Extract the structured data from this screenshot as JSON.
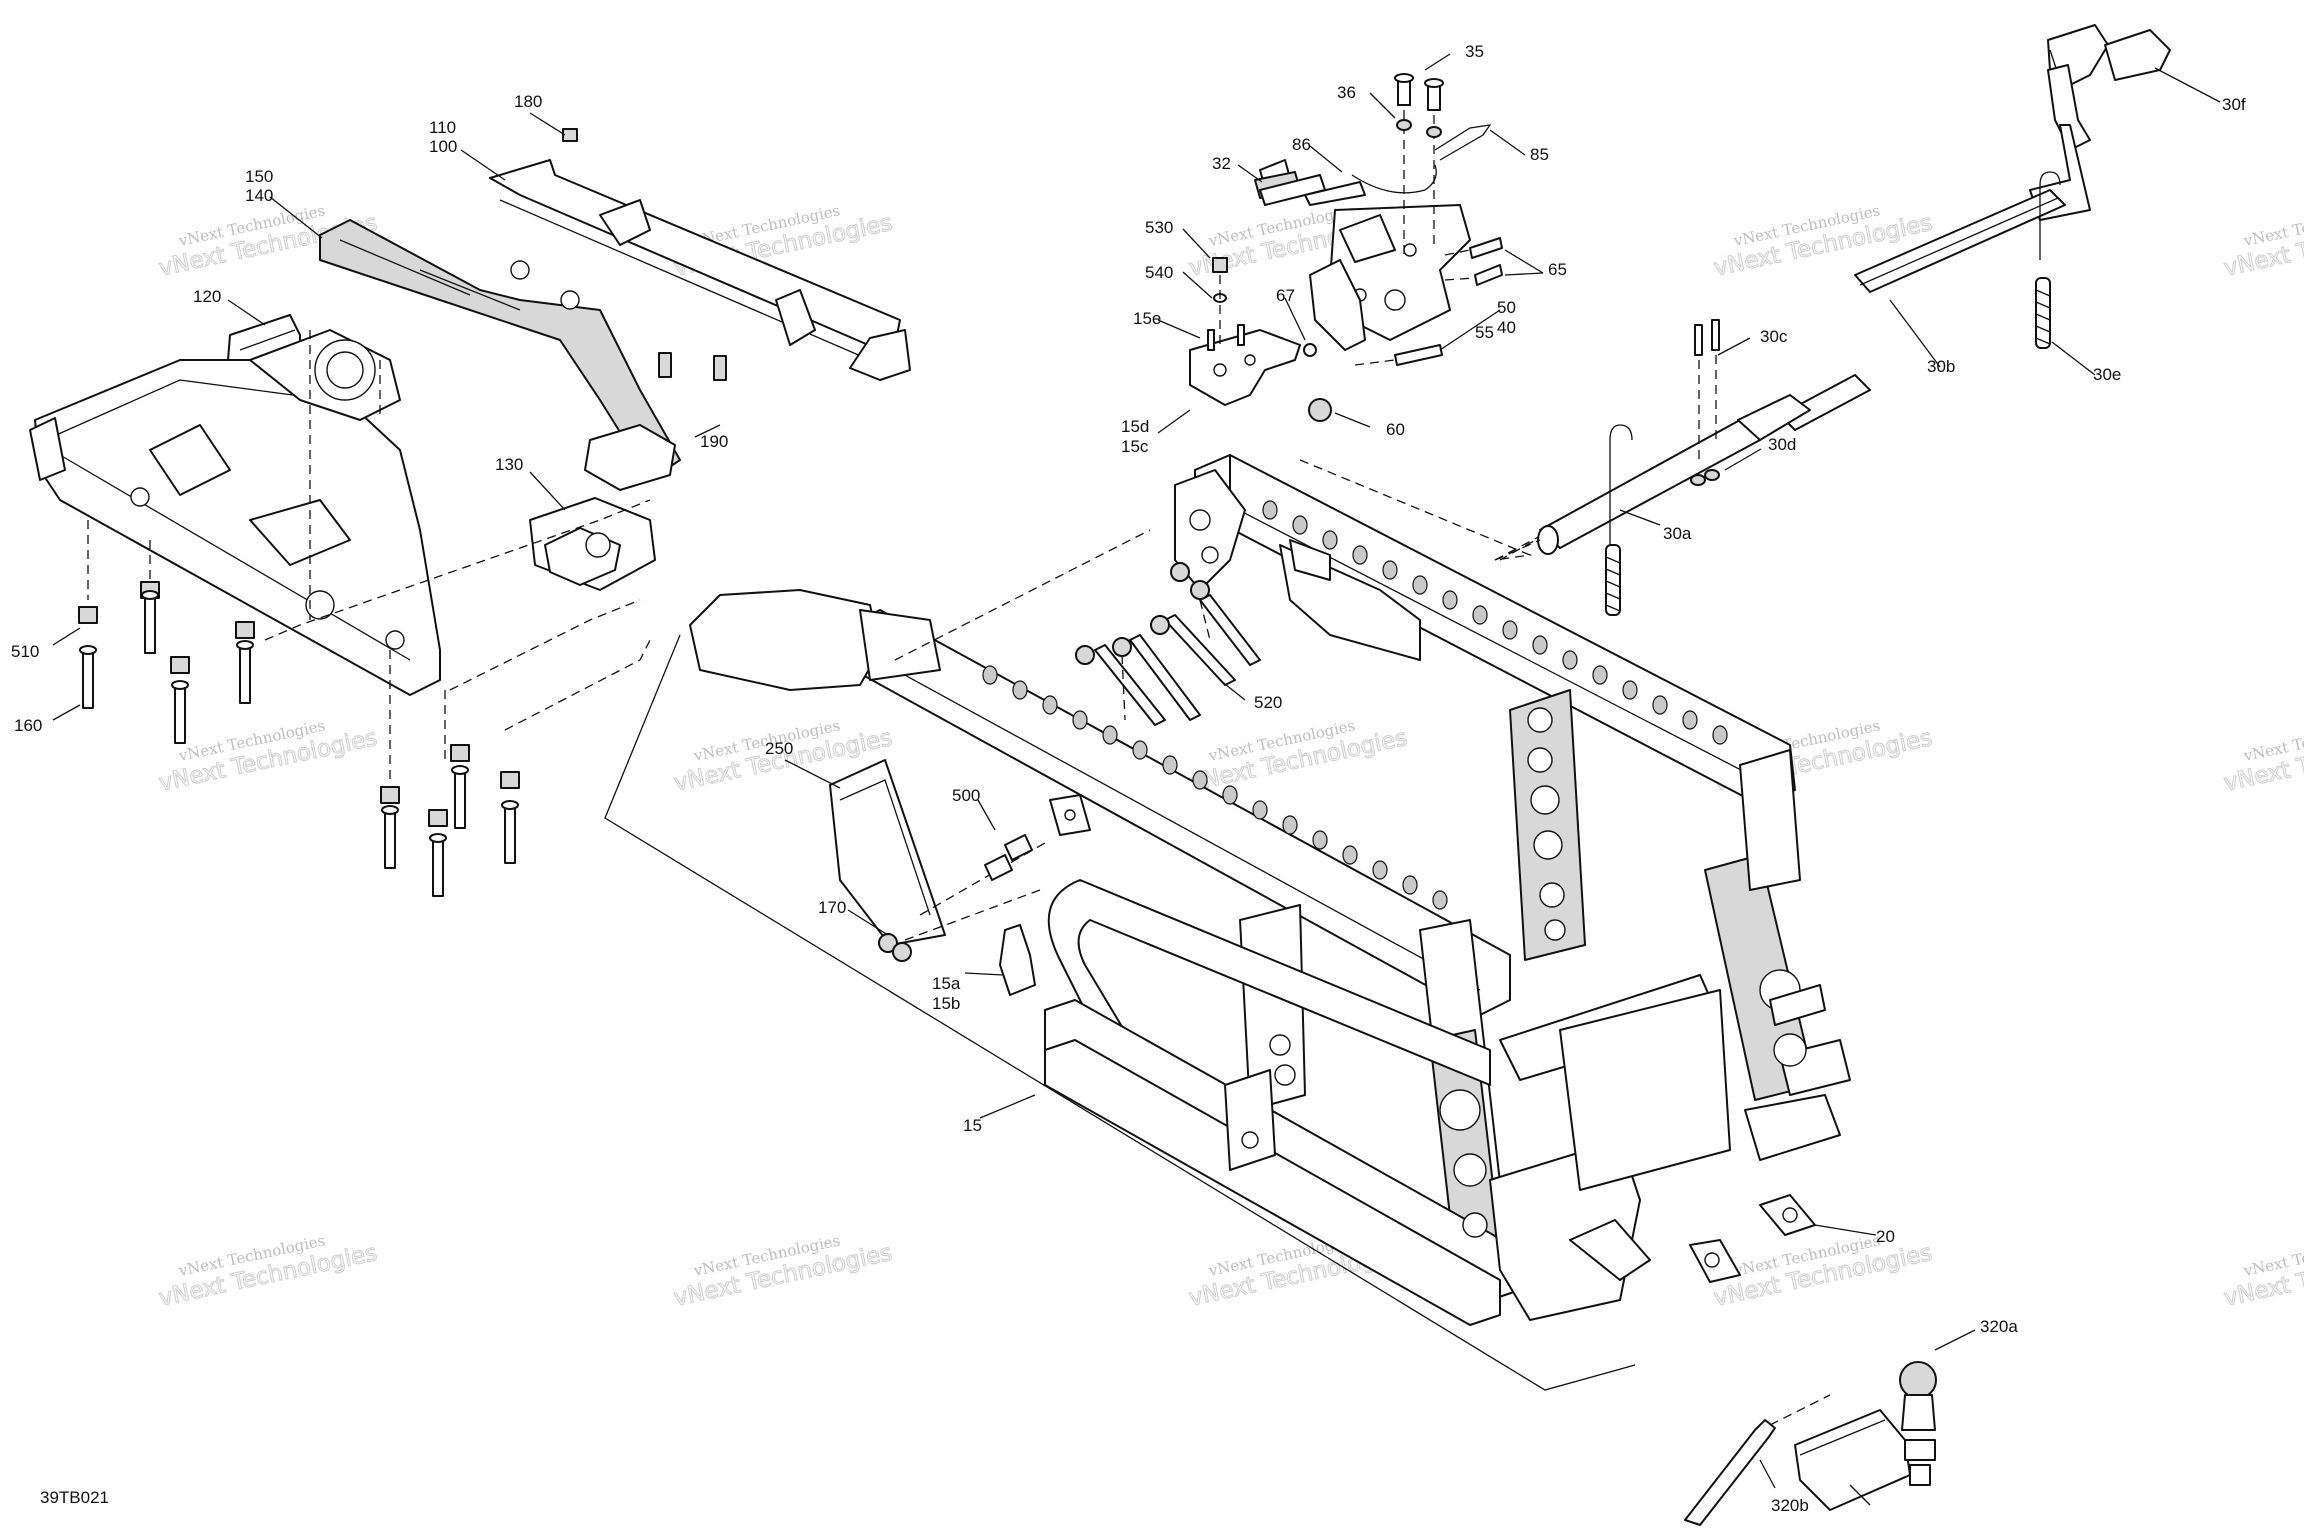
{
  "diagram_id": "39TB021",
  "watermark": {
    "line1": "vNext Technologies",
    "line2": "vNext Technologies"
  },
  "callouts": {
    "c180": "180",
    "c110": "110",
    "c100": "100",
    "c150": "150",
    "c140": "140",
    "c120": "120",
    "c130": "130",
    "c190": "190",
    "c510": "510",
    "c160": "160",
    "c35": "35",
    "c36": "36",
    "c85": "85",
    "c86": "86",
    "c32": "32",
    "c530": "530",
    "c540": "540",
    "c65": "65",
    "c67": "67",
    "c50": "50",
    "c40": "40",
    "c15e": "15e",
    "c55": "55",
    "c15d": "15d",
    "c15c": "15c",
    "c60": "60",
    "c30f": "30f",
    "c30c": "30c",
    "c30b": "30b",
    "c30e": "30e",
    "c30d": "30d",
    "c30a": "30a",
    "c520": "520",
    "c250": "250",
    "c500": "500",
    "c170": "170",
    "c15a": "15a",
    "c15b": "15b",
    "c15": "15",
    "c20": "20",
    "c320a": "320a",
    "c320b": "320b"
  }
}
